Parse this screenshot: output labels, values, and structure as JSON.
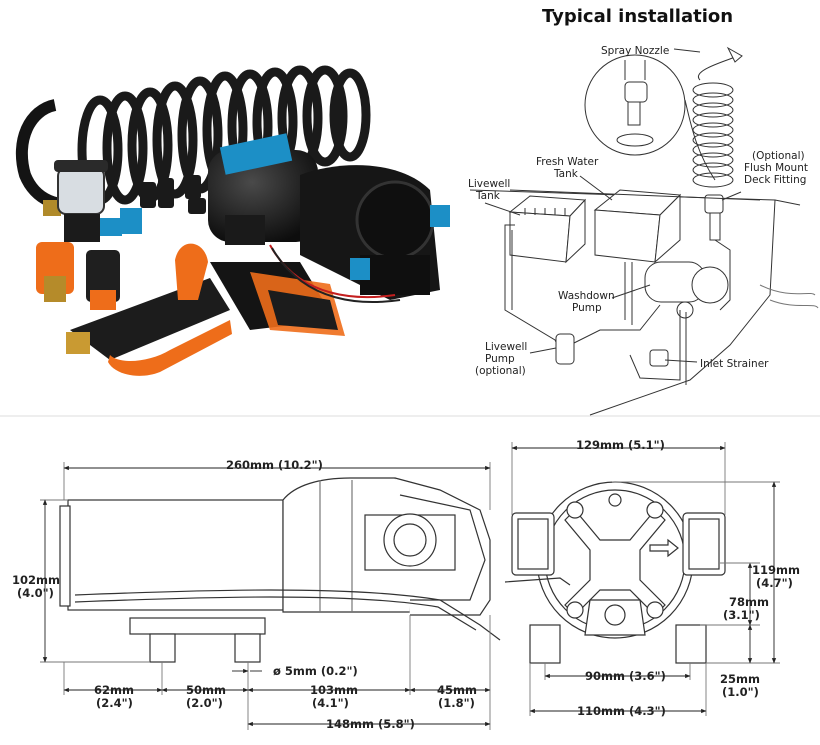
{
  "installation": {
    "title": "Typical installation",
    "labels": {
      "spray_nozzle": "Spray Nozzle",
      "flush_mount_1": "(Optional)",
      "flush_mount_2": "Flush Mount",
      "flush_mount_3": "Deck Fitting",
      "fresh_water_1": "Fresh Water",
      "fresh_water_2": "Tank",
      "livewell_tank_1": "Livewell",
      "livewell_tank_2": "Tank",
      "washdown_1": "Washdown",
      "washdown_2": "Pump",
      "livewell_pump_1": "Livewell",
      "livewell_pump_2": "Pump",
      "livewell_pump_3": "(optional)",
      "inlet_strainer": "Inlet Strainer"
    }
  },
  "side_view": {
    "length": "260mm (10.2\")",
    "height_mm": "102mm",
    "height_in": "(4.0\")",
    "hole": "ø 5mm (0.2\")",
    "d62_mm": "62mm",
    "d62_in": "(2.4\")",
    "d50_mm": "50mm",
    "d50_in": "(2.0\")",
    "d103_mm": "103mm",
    "d103_in": "(4.1\")",
    "d45_mm": "45mm",
    "d45_in": "(1.8\")",
    "d148": "148mm (5.8\")"
  },
  "end_view": {
    "width": "129mm (5.1\")",
    "h119_mm": "119mm",
    "h119_in": "(4.7\")",
    "h78_mm": "78mm",
    "h78_in": "(3.1\")",
    "h25_mm": "25mm",
    "h25_in": "(1.0\")",
    "w90": "90mm (3.6\")",
    "w110": "110mm (4.3\")"
  }
}
